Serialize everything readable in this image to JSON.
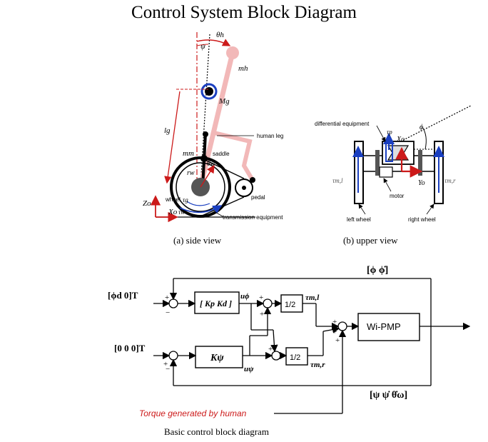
{
  "title": "Control System Block Diagram",
  "side_view": {
    "caption": "(a)  side view",
    "labels": {
      "theta_h": "θh",
      "psi": "ψ",
      "m_h": "mh",
      "M_g": "Mg",
      "l_g": "lg",
      "human_leg": "human leg",
      "saddle": "saddle",
      "m_m": "mm",
      "theta_w": "θw",
      "r_w": "rw",
      "tau_g": "τg",
      "tau_w": "τw",
      "wheel": "wheel",
      "pedal": "pedal",
      "Z_o": "Zo",
      "X_o": "Xo",
      "transmission": "transmission equipment"
    }
  },
  "upper_view": {
    "caption": "(b)  upper view",
    "labels": {
      "differential": "differential equipment",
      "tau_p": "τp",
      "X_o": "Xo",
      "phi": "ϕ",
      "tau_ml": "τm,l",
      "tau_mr": "τm,r",
      "Y_o": "Yo",
      "motor": "motor",
      "left_wheel": "left wheel",
      "right_wheel": "right wheel"
    }
  },
  "block_diagram": {
    "input_top": "[ϕd  0]T",
    "input_bottom": "[0   0   0]T",
    "gain_top": "[ Kp  Kd ]",
    "gain_bottom": "Kψ",
    "u_phi": "uϕ",
    "u_psi": "uψ",
    "half_top": "1/2",
    "half_bottom": "1/2",
    "tau_ml": "τm,l",
    "tau_mr": "τm,r",
    "plant": "Wi-PMP",
    "feedback_top": "[ϕ  ϕ̇]",
    "feedback_bottom": "[ψ  ψ̇  θ̇ω]",
    "human_torque": "Torque generated by human",
    "caption": "Basic control block diagram"
  },
  "colors": {
    "red": "#cc1a1a",
    "pink": "#f2b8b8",
    "blue": "#1a3fc0",
    "black": "#000000"
  }
}
